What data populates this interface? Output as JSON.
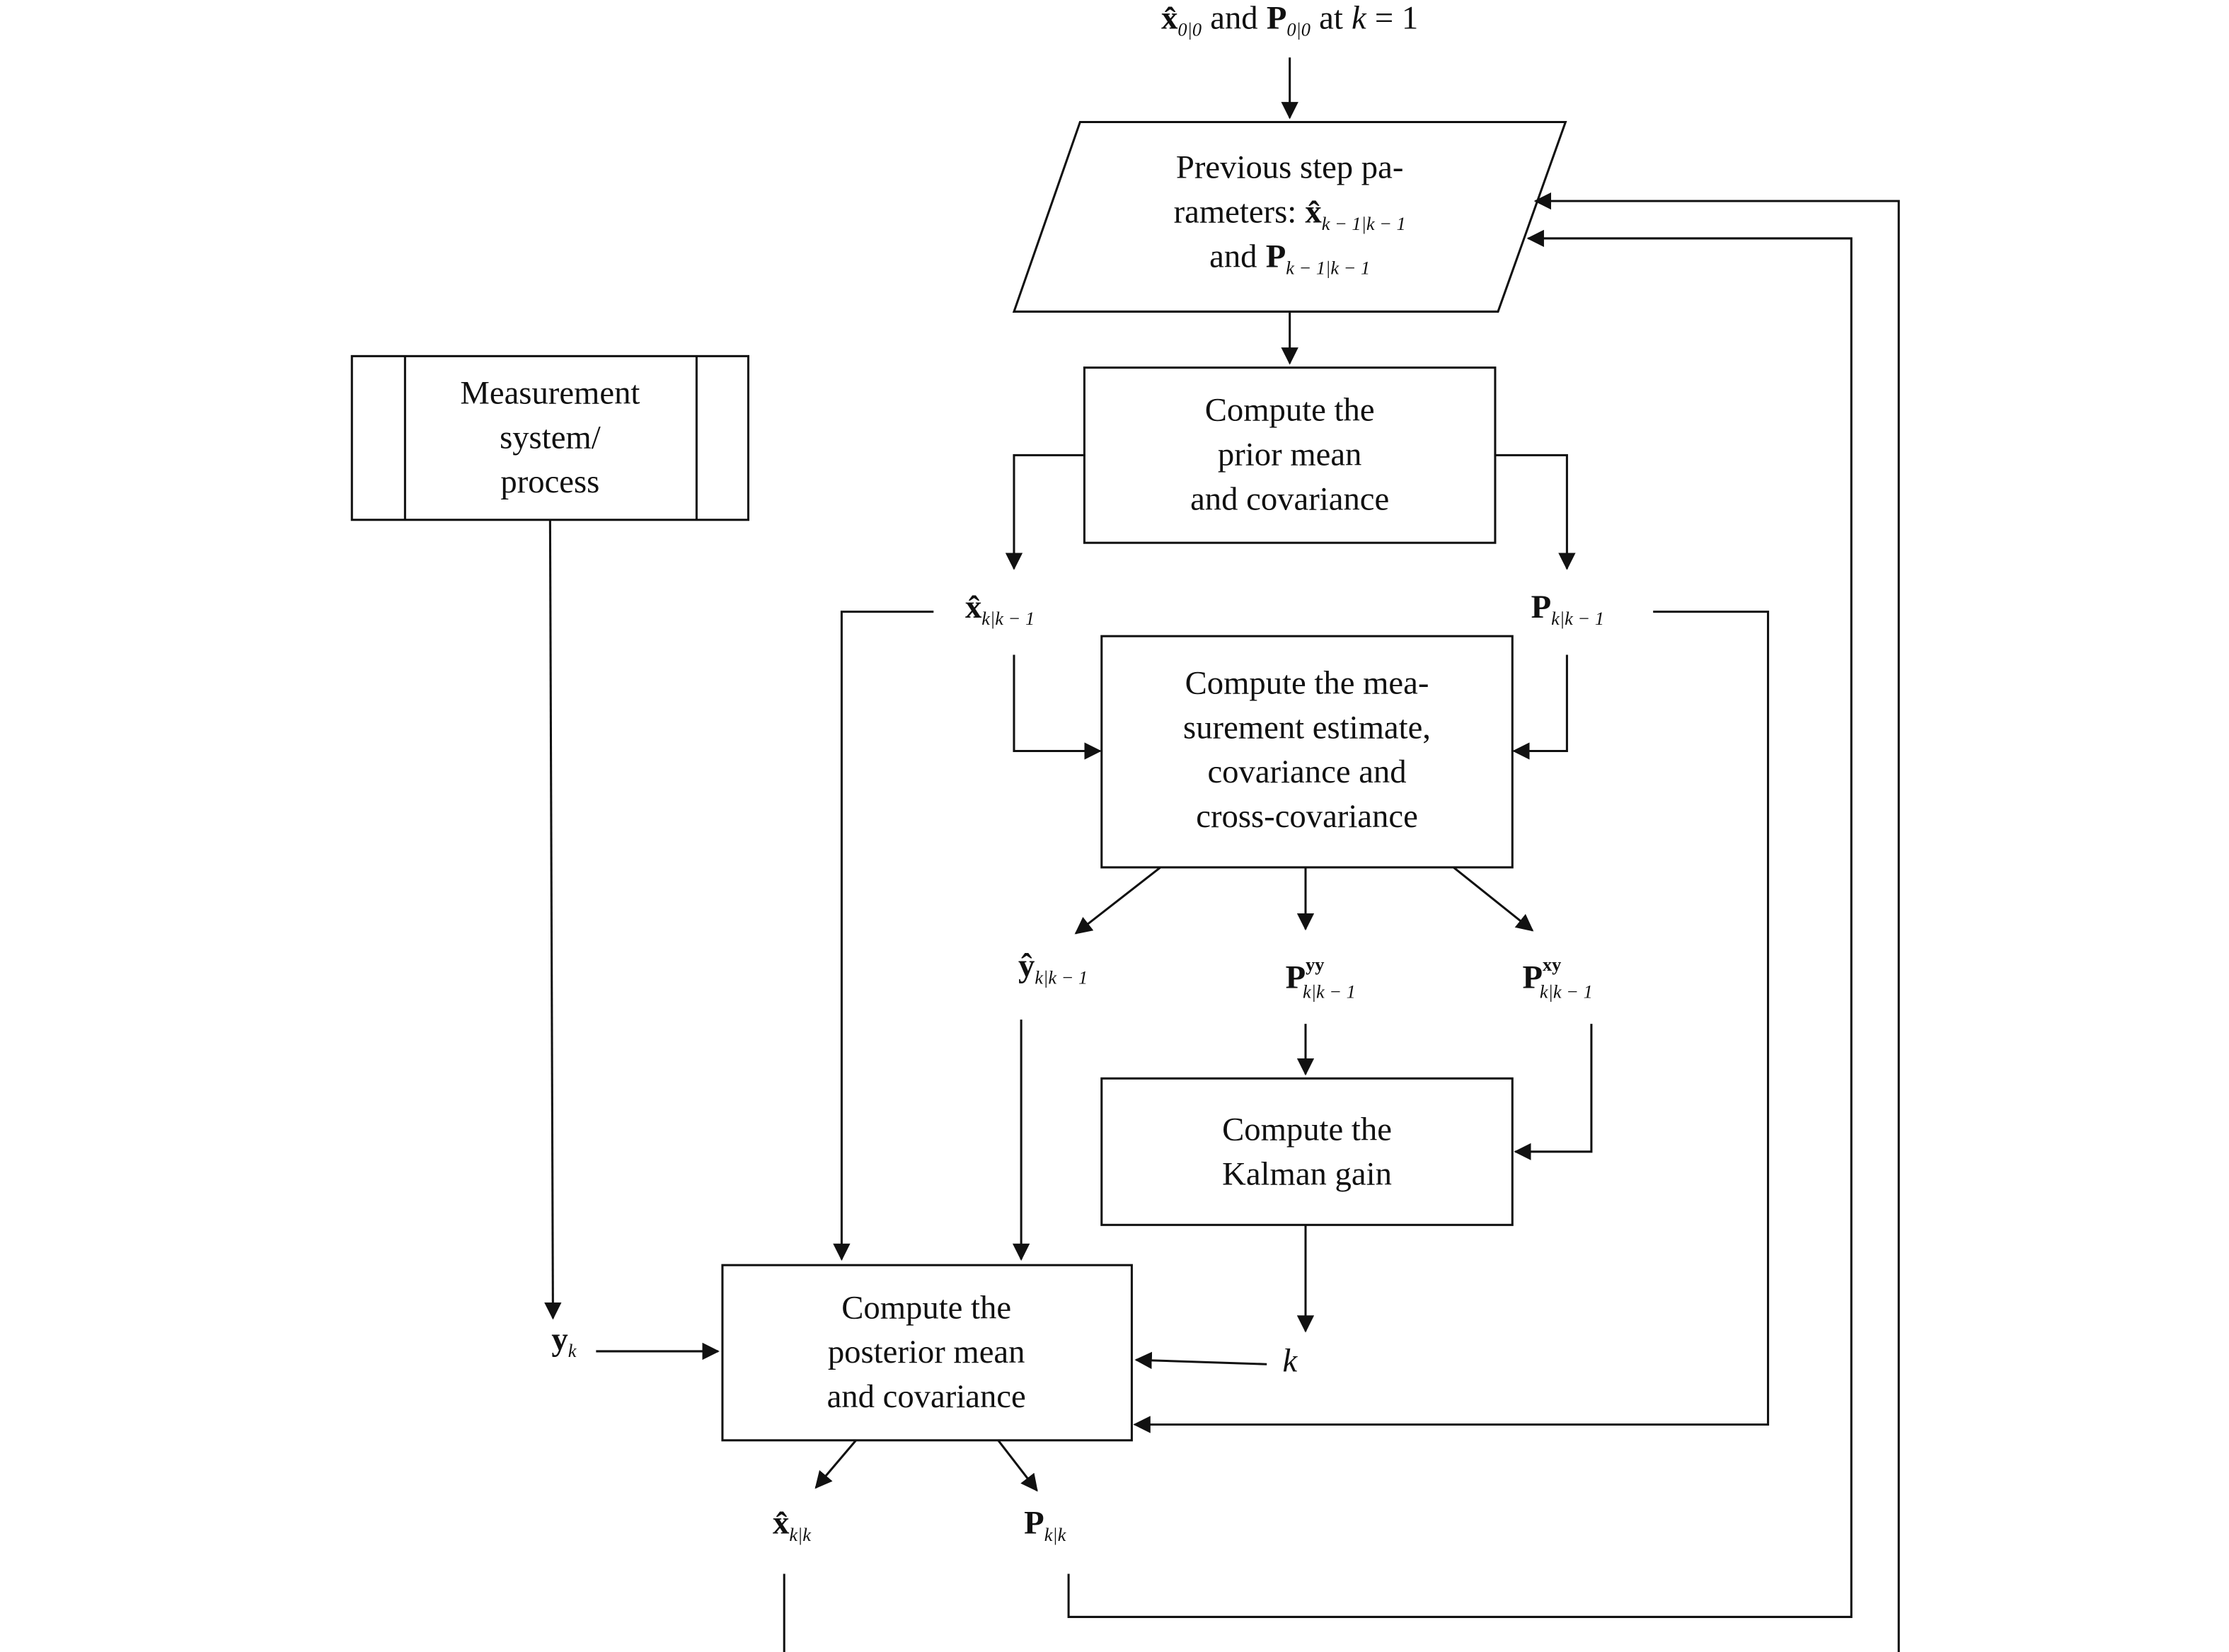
{
  "start": {
    "x_hat": "x̂",
    "x_sub": "0|0",
    "and": "and",
    "P": "P",
    "P_sub": "0|0",
    "at": "at",
    "k": "k",
    "eq": "= 1"
  },
  "previous": {
    "line1": "Previous step pa-",
    "line2_prefix": "rameters:",
    "x_hat": "x̂",
    "x_sub": "k − 1|k − 1",
    "and": "and",
    "P": "P",
    "P_sub": "k − 1|k − 1"
  },
  "measurement": {
    "lines": [
      "Measurement",
      "system/",
      "process"
    ]
  },
  "prior": {
    "lines": [
      "Compute the",
      "prior mean",
      "and covariance"
    ]
  },
  "x_prior": {
    "sym": "x̂",
    "sub": "k|k − 1"
  },
  "P_prior": {
    "sym": "P",
    "sub": "k|k − 1"
  },
  "meas_est": {
    "lines": [
      "Compute the mea-",
      "surement estimate,",
      "covariance and",
      "cross-covariance"
    ]
  },
  "y_pred": {
    "sym": "ŷ",
    "sub": "k|k − 1"
  },
  "P_yy": {
    "sym": "P",
    "sup": "yy",
    "sub": "k|k − 1"
  },
  "P_xy": {
    "sym": "P",
    "sup": "xy",
    "sub": "k|k − 1"
  },
  "gain": {
    "lines": [
      "Compute the",
      "Kalman gain"
    ]
  },
  "y_k": {
    "sym": "y",
    "sub": "k"
  },
  "K": {
    "sym": "k"
  },
  "posterior": {
    "lines": [
      "Compute the",
      "posterior mean",
      "and covariance"
    ]
  },
  "x_post": {
    "sym": "x̂",
    "sub": "k|k"
  },
  "P_post": {
    "sym": "P",
    "sub": "k|k"
  }
}
